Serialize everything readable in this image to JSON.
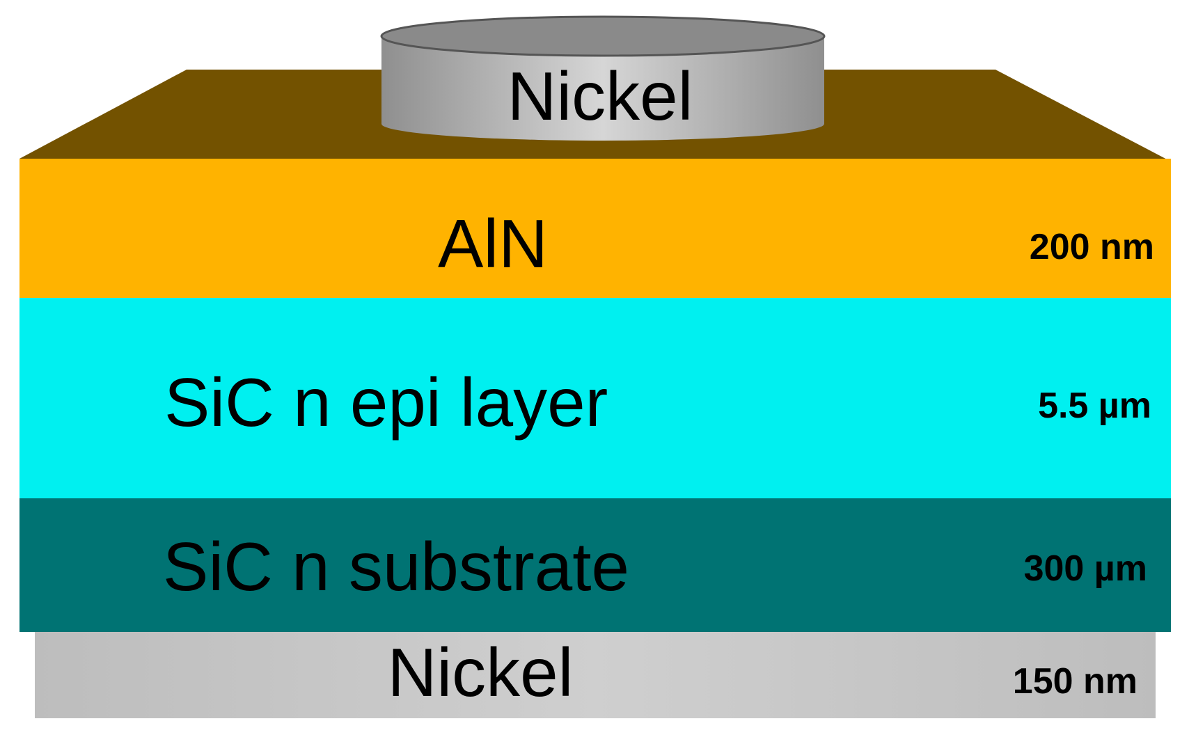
{
  "colors": {
    "background": "#ffffff",
    "aln_top_face": "#735200",
    "aln": "#ffb300",
    "sic_epi": "#00f0f0",
    "sic_substrate": "#007373",
    "nickel_back": "#c6c6c6",
    "nickel_contact_side": "#a9a9a9",
    "nickel_contact_top": "#8a8a8a",
    "text": "#000000"
  },
  "top_contact": {
    "label": "Nickel"
  },
  "layers": [
    {
      "name": "AlN",
      "thickness": "200 nm"
    },
    {
      "name": "SiC n epi layer",
      "thickness": "5.5 µm"
    },
    {
      "name": "SiC n substrate",
      "thickness": "300 µm"
    },
    {
      "name": "Nickel",
      "thickness": "150 nm"
    }
  ]
}
